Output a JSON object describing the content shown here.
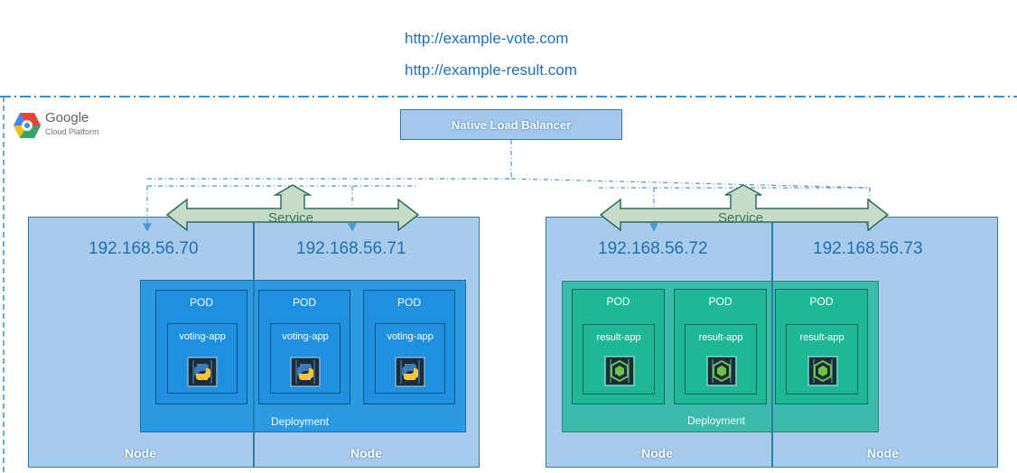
{
  "urls": {
    "vote": "http://example-vote.com",
    "result": "http://example-result.com"
  },
  "platform": {
    "name": "Google",
    "sub": "Cloud Platform"
  },
  "load_balancer": {
    "label": "Native Load Balancer"
  },
  "services": [
    {
      "label": "Service"
    },
    {
      "label": "Service"
    }
  ],
  "nodes": [
    {
      "ip": "192.168.56.70",
      "label": "Node"
    },
    {
      "ip": "192.168.56.71",
      "label": "Node"
    },
    {
      "ip": "192.168.56.72",
      "label": "Node"
    },
    {
      "ip": "192.168.56.73",
      "label": "Node"
    }
  ],
  "deployments": [
    {
      "label": "Deployment",
      "pods": [
        {
          "title": "POD",
          "app": "voting-app"
        },
        {
          "title": "POD",
          "app": "voting-app"
        },
        {
          "title": "POD",
          "app": "voting-app"
        }
      ]
    },
    {
      "label": "Deployment",
      "pods": [
        {
          "title": "POD",
          "app": "result-app"
        },
        {
          "title": "POD",
          "app": "result-app"
        },
        {
          "title": "POD",
          "app": "result-app"
        }
      ]
    }
  ],
  "colors": {
    "url_text": "#1f6fb5",
    "node_fill": "#a9cbeb",
    "vote_deploy": "#2196e3",
    "result_deploy": "#2fb9a2",
    "service_arrow": "#c6dcc9",
    "connector": "#4a9ad6"
  },
  "icons": {
    "platform": "gcp-hexagon-icon",
    "vote_app": "python-container-icon",
    "result_app": "nodejs-container-icon"
  }
}
